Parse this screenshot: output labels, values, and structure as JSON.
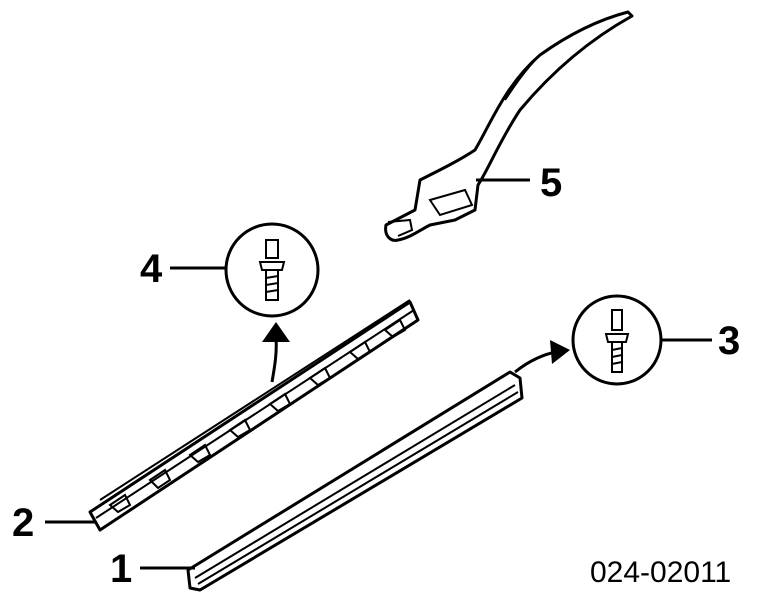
{
  "diagram": {
    "part_number": "024-02011",
    "callouts": [
      {
        "id": "1",
        "label": "1"
      },
      {
        "id": "2",
        "label": "2"
      },
      {
        "id": "3",
        "label": "3"
      },
      {
        "id": "4",
        "label": "4"
      },
      {
        "id": "5",
        "label": "5"
      }
    ]
  },
  "colors": {
    "ink": "#000000",
    "background": "#ffffff"
  }
}
